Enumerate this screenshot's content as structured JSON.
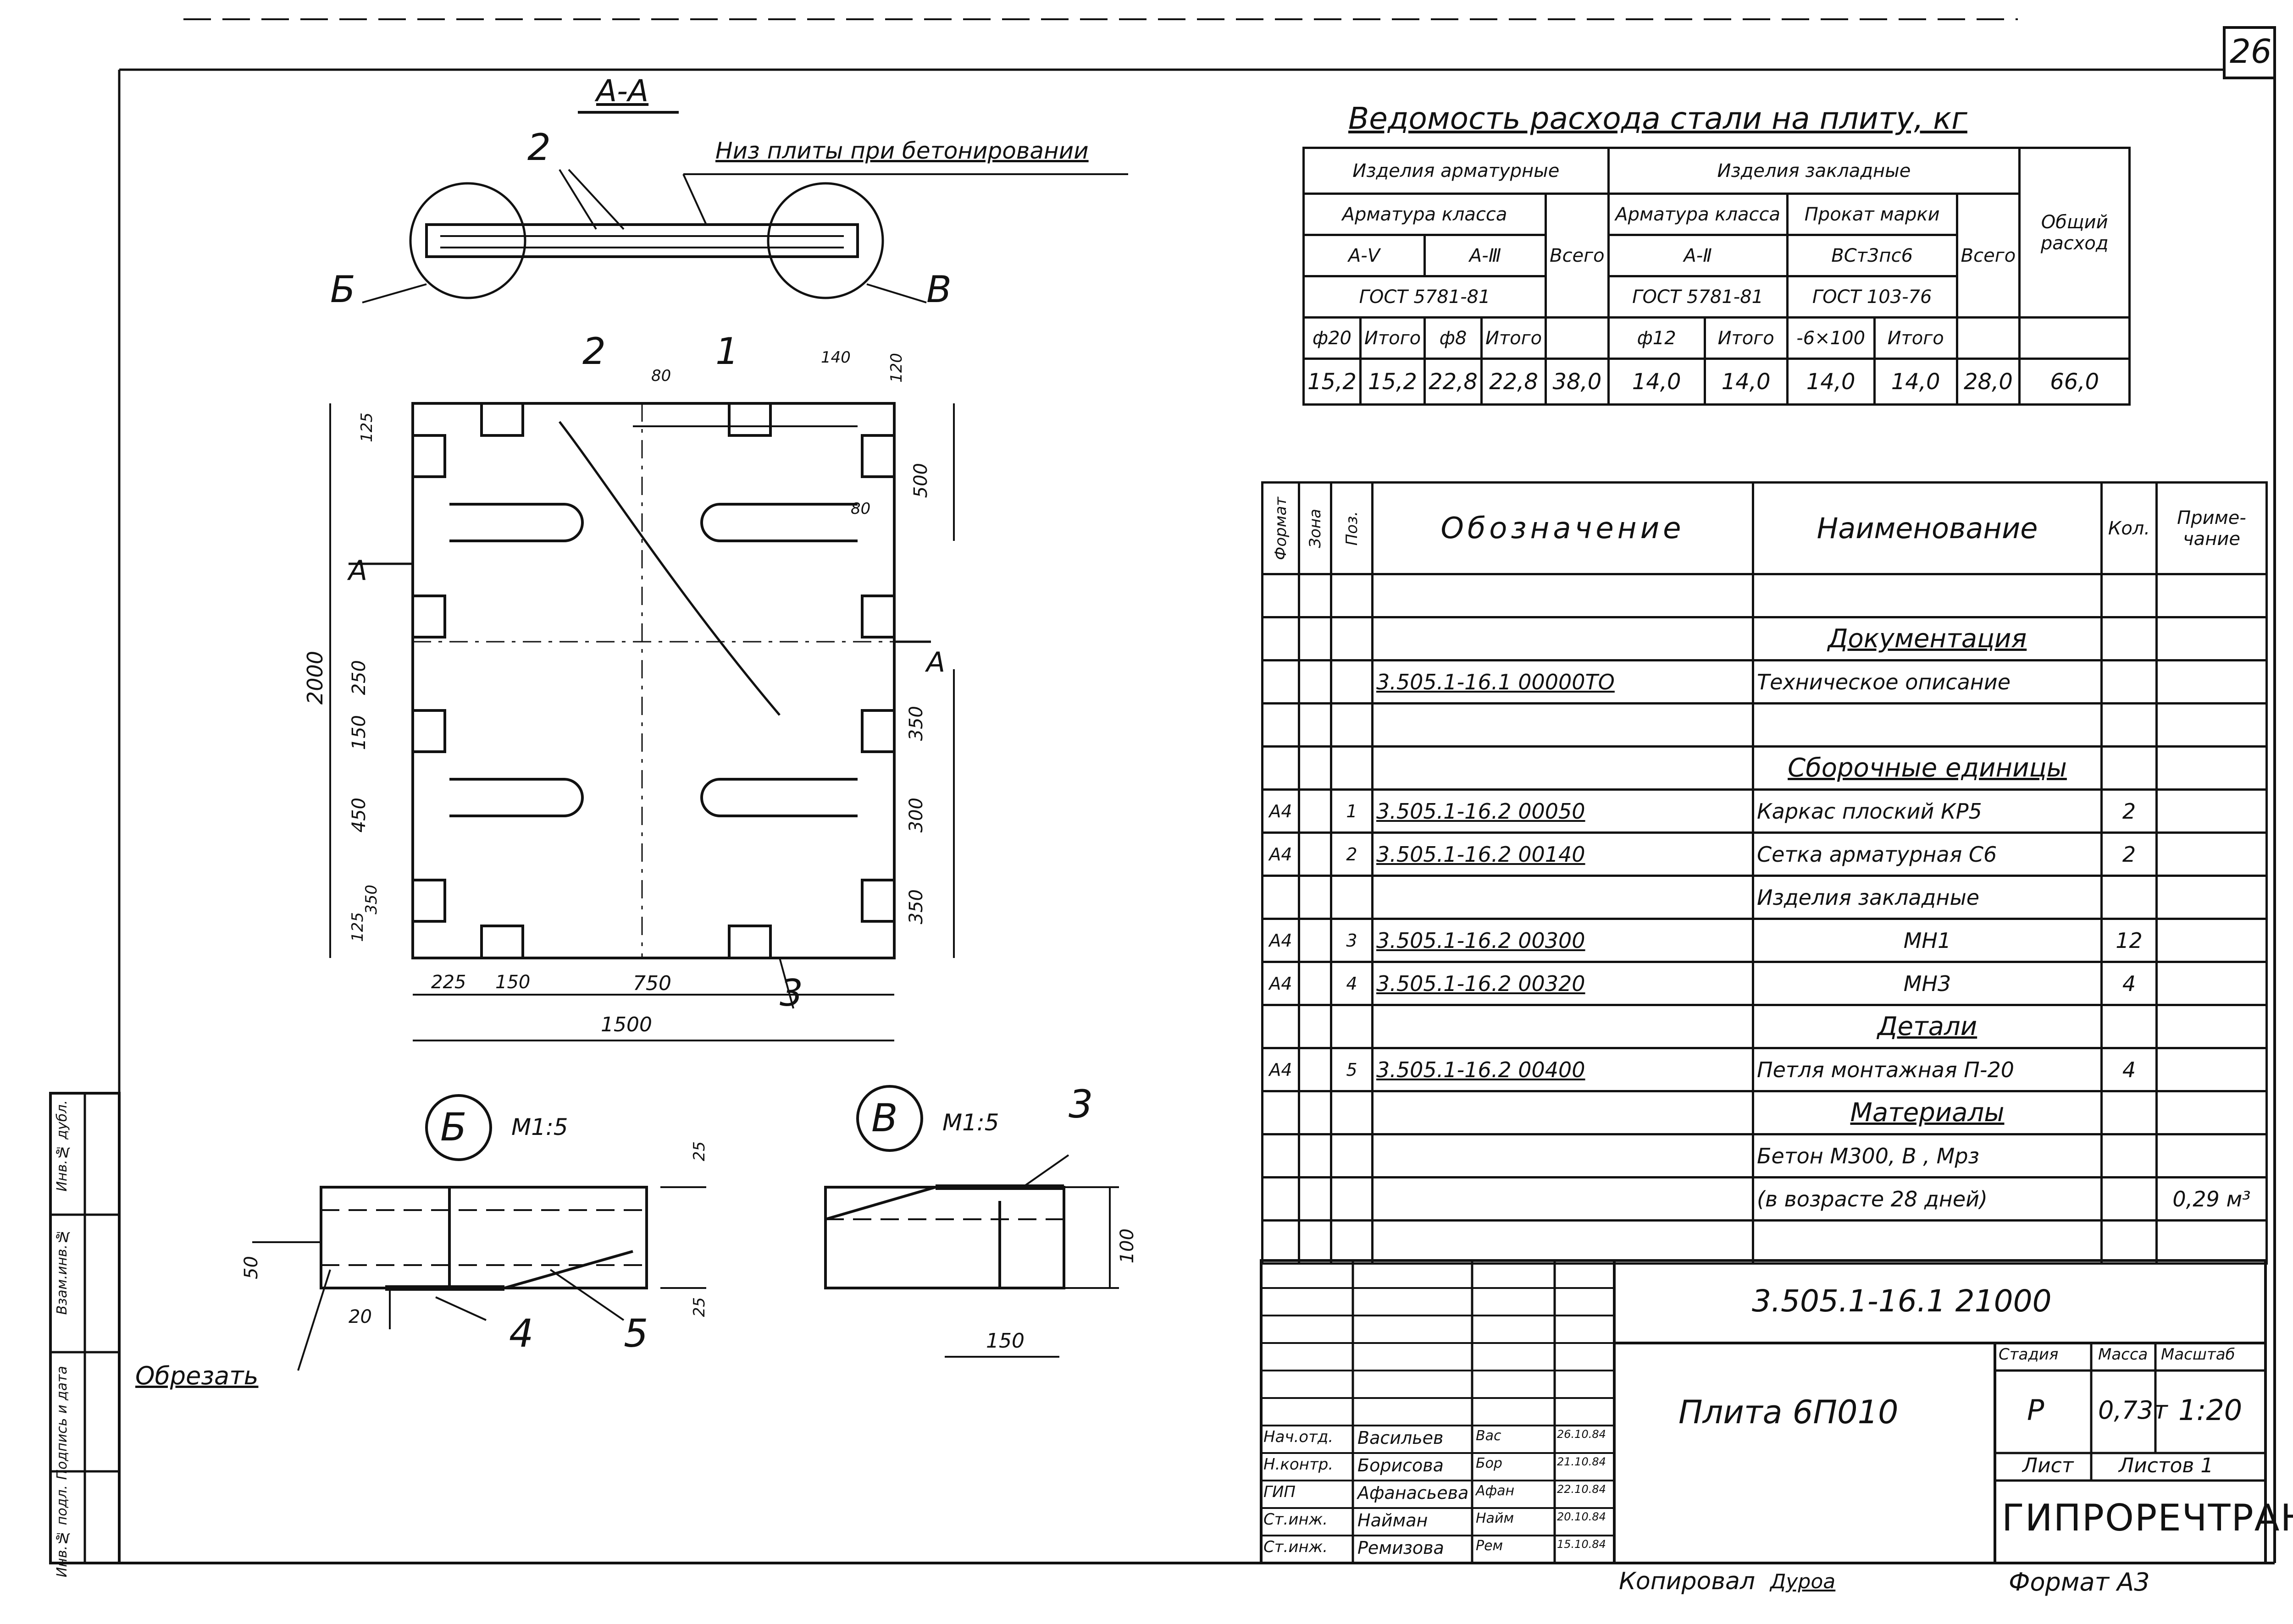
{
  "sheet": {
    "page_number": "26",
    "copied_by": "Копировал",
    "copied_sign": "Дуроа",
    "format": "Формат А3"
  },
  "section_aa": {
    "title": "А-А",
    "bottom_note": "Низ плиты при бетонировании",
    "callout_2": "2",
    "callout_b": "Б",
    "callout_v": "В"
  },
  "plan": {
    "pos1": "1",
    "pos2": "2",
    "pos3": "3",
    "dim_80a": "80",
    "dim_140": "140",
    "dim_120": "120",
    "dim_500": "500",
    "dim_80b": "80",
    "dim_125a": "125",
    "dim_2000": "2000",
    "dim_250": "250",
    "dim_150": "150",
    "dim_450": "450",
    "dim_125b": "125",
    "dim_350a": "350",
    "dim_350b": "350",
    "dim_300": "300",
    "dim_350c": "350",
    "dim_225": "225",
    "dim_150b": "150",
    "dim_750": "750",
    "dim_1500": "1500",
    "section_left": "А",
    "section_right": "А"
  },
  "detail_b": {
    "letter": "Б",
    "scale": "М1:5",
    "dim_25a": "25",
    "dim_50": "50",
    "dim_20": "20",
    "dim_25b": "25",
    "pos4": "4",
    "pos5": "5",
    "cut_note": "Обрезать"
  },
  "detail_v": {
    "letter": "В",
    "scale": "М1:5",
    "pos3": "3",
    "dim_100": "100",
    "dim_150": "150"
  },
  "steel_table": {
    "title": "Ведомость расхода стали на плиту,  кг",
    "group_rebar": "Изделия арматурные",
    "group_embedded": "Изделия закладные",
    "rebar_class_hdr": "Арматура класса",
    "class_a5": "А-Ⅴ",
    "class_a3": "А-Ⅲ",
    "gost_rebar": "ГОСТ 5781-81",
    "total_hdr": "Всего",
    "emb_rebar_class_hdr": "Арматура класса",
    "emb_class": "А-Ⅱ",
    "emb_gost": "ГОСТ 5781-81",
    "rolled_hdr": "Прокат марки",
    "rolled_grade": "ВСт3пс6",
    "rolled_gost": "ГОСТ 103-76",
    "total_hdr2": "Всего",
    "overall_hdr": "Общий расход",
    "c_d20": "ф20",
    "c_itogo1": "Итого",
    "c_d8": "ф8",
    "c_itogo2": "Итого",
    "c_d12": "ф12",
    "c_itogo3": "Итого",
    "c_610": "-6×100",
    "c_itogo4": "Итого",
    "v1": "15,2",
    "v2": "15,2",
    "v3": "22,8",
    "v4": "22,8",
    "v5": "38,0",
    "v6": "14,0",
    "v7": "14,0",
    "v8": "14,0",
    "v9": "14,0",
    "v10": "28,0",
    "v11": "66,0"
  },
  "spec_table": {
    "h_format": "Формат",
    "h_zone": "Зона",
    "h_pos": "Поз.",
    "h_designation": "Обозначение",
    "h_name": "Наименование",
    "h_qty": "Кол.",
    "h_note": "Приме-чание",
    "rows": [
      {
        "format": "",
        "pos": "",
        "designation": "",
        "name": "",
        "qty": "",
        "note": ""
      },
      {
        "format": "",
        "pos": "",
        "designation": "",
        "name": "Документация",
        "qty": "",
        "note": ""
      },
      {
        "format": "",
        "pos": "",
        "designation": "3.505.1-16.1  00000ТО",
        "name": "Техническое описание",
        "qty": "",
        "note": ""
      },
      {
        "format": "",
        "pos": "",
        "designation": "",
        "name": "",
        "qty": "",
        "note": ""
      },
      {
        "format": "",
        "pos": "",
        "designation": "",
        "name": "Сборочные единицы",
        "qty": "",
        "note": ""
      },
      {
        "format": "А4",
        "pos": "1",
        "designation": "3.505.1-16.2   00050",
        "name": "Каркас плоский КР5",
        "qty": "2",
        "note": ""
      },
      {
        "format": "А4",
        "pos": "2",
        "designation": "3.505.1-16.2  00140",
        "name": "Сетка арматурная С6",
        "qty": "2",
        "note": ""
      },
      {
        "format": "",
        "pos": "",
        "designation": "",
        "name": "Изделия закладные",
        "qty": "",
        "note": ""
      },
      {
        "format": "А4",
        "pos": "3",
        "designation": "3.505.1-16.2  00300",
        "name": "МН1",
        "qty": "12",
        "note": ""
      },
      {
        "format": "А4",
        "pos": "4",
        "designation": "3.505.1-16.2  00320",
        "name": "МН3",
        "qty": "4",
        "note": ""
      },
      {
        "format": "",
        "pos": "",
        "designation": "",
        "name": "Детали",
        "qty": "",
        "note": ""
      },
      {
        "format": "А4",
        "pos": "5",
        "designation": "3.505.1-16.2  00400",
        "name": "Петля монтажная  П-20",
        "qty": "4",
        "note": ""
      },
      {
        "format": "",
        "pos": "",
        "designation": "",
        "name": "Материалы",
        "qty": "",
        "note": ""
      },
      {
        "format": "",
        "pos": "",
        "designation": "",
        "name": "Бетон М300, В   , Мрз",
        "qty": "",
        "note": ""
      },
      {
        "format": "",
        "pos": "",
        "designation": "",
        "name": "(в возрасте 28 дней)",
        "qty": "",
        "note": "0,29 м³"
      },
      {
        "format": "",
        "pos": "",
        "designation": "",
        "name": "",
        "qty": "",
        "note": ""
      }
    ]
  },
  "title_block": {
    "doc_code": "3.505.1-16.1   21000",
    "product_name": "Плита 6П010",
    "stage_hdr": "Стадия",
    "mass_hdr": "Масса",
    "scale_hdr": "Масштаб",
    "stage": "Р",
    "mass": "0,73т",
    "scale": "1:20",
    "sheet_hdr": "Лист",
    "sheets_hdr": "Листов 1",
    "organization": "ГИПРОРЕЧТРАНС",
    "people": [
      {
        "role": "Нач.отд.",
        "name": "Васильев",
        "sign": "Вас",
        "date": "26.10.84"
      },
      {
        "role": "Н.контр.",
        "name": "Борисова",
        "sign": "Бор",
        "date": "21.10.84"
      },
      {
        "role": "ГИП",
        "name": "Афанасьева",
        "sign": "Афан",
        "date": "22.10.84"
      },
      {
        "role": "Ст.инж.",
        "name": "Найман",
        "sign": "Найм",
        "date": "20.10.84"
      },
      {
        "role": "Ст.инж.",
        "name": "Ремизова",
        "sign": "Рем",
        "date": "15.10.84"
      }
    ]
  },
  "side_stamp": {
    "inv_orig": "Инв.№ подл.",
    "sign_date": "Подпись и дата",
    "inv_instead": "Взам.инв.№",
    "inv_dup": "Инв.№ дубл."
  }
}
